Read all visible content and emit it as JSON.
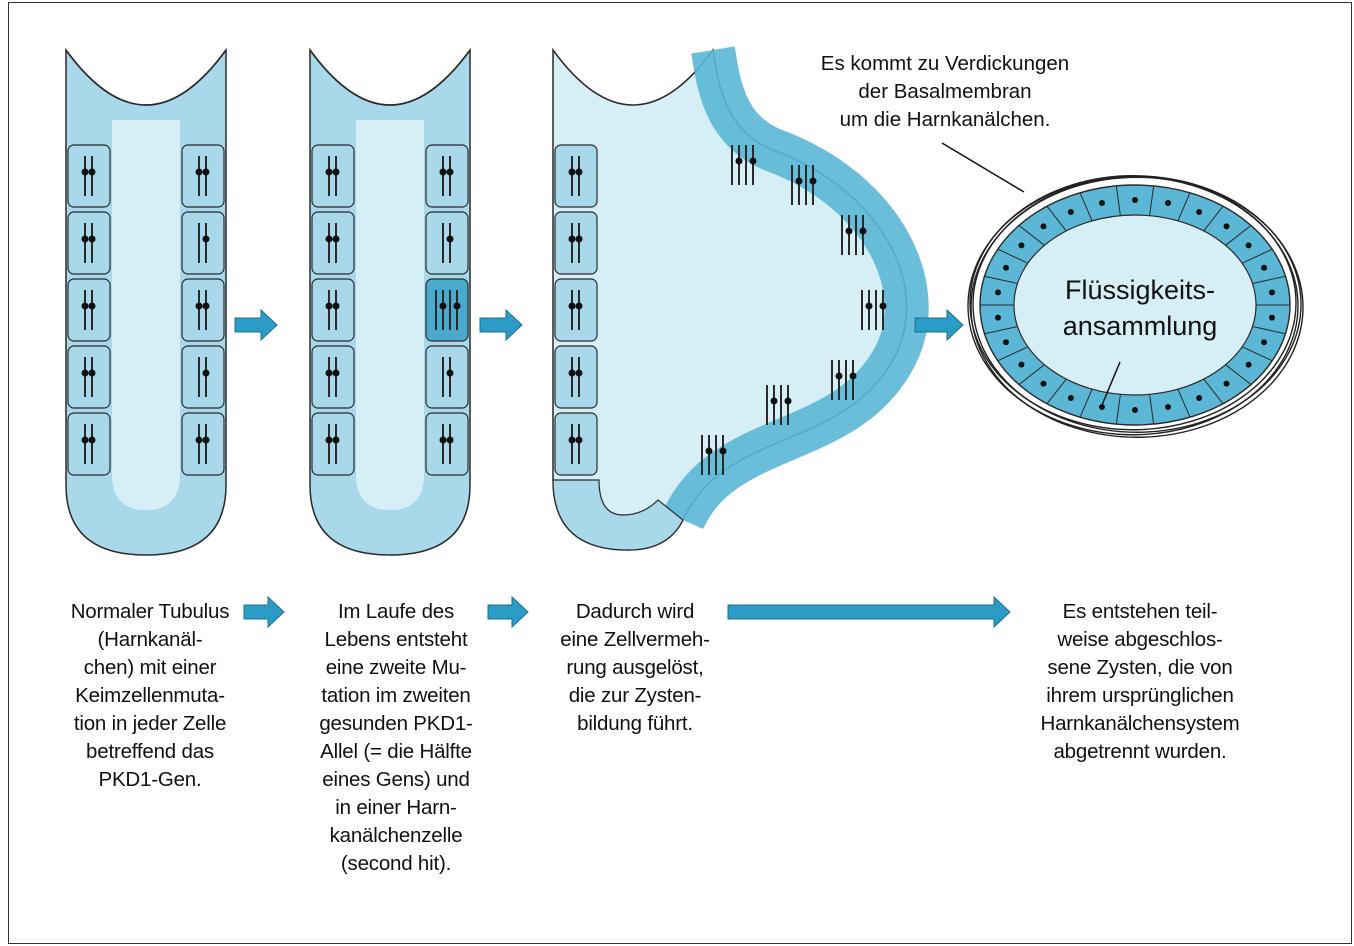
{
  "captions": {
    "stage1": "Normaler Tubulus\n(Harnkanäl-\nchen) mit einer\nKeimzellenmuta-\ntion in jeder Zelle\nbetreffend das\nPKD1-Gen.",
    "stage2": "Im Laufe des\nLebens entsteht\neine zweite Mu-\ntation im zweiten\ngesunden PKD1-\nAllel (= die Hälfte\neines Gens) und\nin einer Harn-\nkanälchenzelle\n(second hit).",
    "stage3": "Dadurch wird\neine Zellvermeh-\nrung ausgelöst,\ndie zur Zysten-\nbildung führt.",
    "stage4": "Es entstehen teil-\nweise abgeschlos-\nsene Zysten, die von\nihrem ursprünglichen\nHarnkanälchensystem\nabgetrennt wurden."
  },
  "annotation": "Es kommt zu Verdickungen\nder Basalmembran\num die Harnkanälchen.",
  "cyst_label": "Flüssigkeits-\nansammlung",
  "colors": {
    "lumen": "#d6eef6",
    "cell": "#a8d8ea",
    "cell_mutated": "#4aaacb",
    "cyst_cell": "#5bb7d5",
    "arrow": "#2b9cc6",
    "outline": "#2a2a2a"
  }
}
